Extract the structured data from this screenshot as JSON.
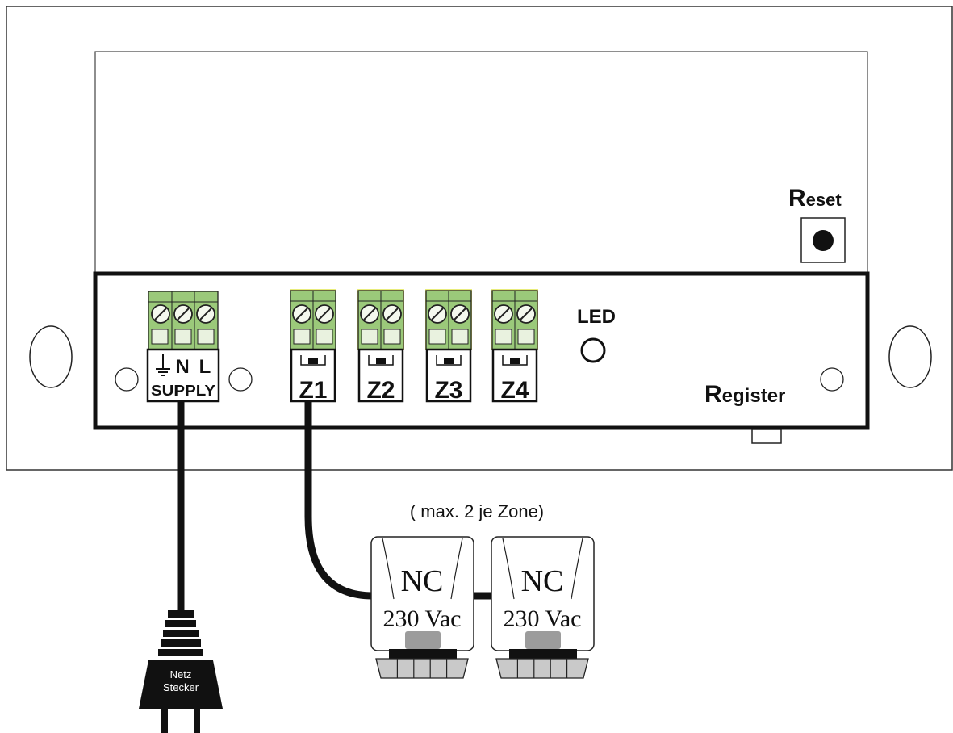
{
  "labels": {
    "reset_cap": "R",
    "reset_rest": "eset",
    "register_cap": "R",
    "register_rest": "egister",
    "led": "LED",
    "supply_n": "N",
    "supply_l": "L",
    "supply": "SUPPLY",
    "max_note": "( max. 2 je Zone)",
    "plug_line1": "Netz",
    "plug_line2": "Stecker"
  },
  "zones": [
    "Z1",
    "Z2",
    "Z3",
    "Z4"
  ],
  "actuators": [
    {
      "type": "NC",
      "voltage": "230 Vac"
    },
    {
      "type": "NC",
      "voltage": "230 Vac"
    }
  ],
  "colors": {
    "terminal_green": "#9bc97a",
    "terminal_highlight": "#e8ec7a",
    "line": "#111111",
    "actuator_base": "#9c9c9c"
  }
}
